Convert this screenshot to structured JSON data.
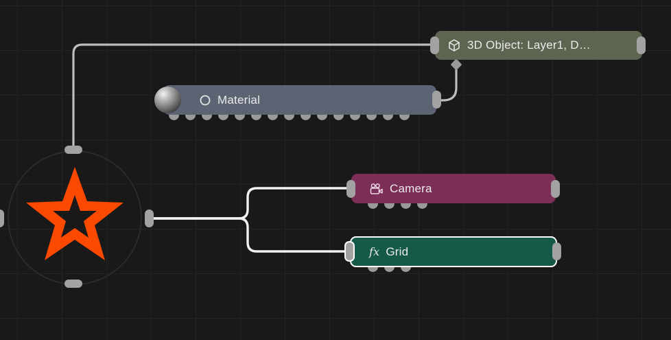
{
  "app": {
    "name": "node-graph-editor"
  },
  "colors": {
    "background": "#191919",
    "grid_line": "#232323",
    "wire": "#bdbdbd",
    "wire_active": "#f2f2f2",
    "port": "#a2a2a2",
    "logo_orange": "#fb4a00",
    "node_object3d": "#5d6450",
    "node_material": "#5c6474",
    "node_camera": "#7b2e57",
    "node_grid": "#155948",
    "selection_outline": "#ffffff"
  },
  "nodes": {
    "object3d": {
      "label": "3D Object: Layer1, D…",
      "icon": "cube-icon",
      "bottom_ports": 0
    },
    "material": {
      "label": "Material",
      "icon": "circle-icon",
      "bottom_ports": 15
    },
    "camera": {
      "label": "Camera",
      "icon": "video-camera-icon",
      "bottom_ports": 4
    },
    "grid": {
      "label": "Grid",
      "icon": "fx-icon",
      "icon_text": "fx",
      "bottom_ports": 3,
      "selected": true
    }
  }
}
